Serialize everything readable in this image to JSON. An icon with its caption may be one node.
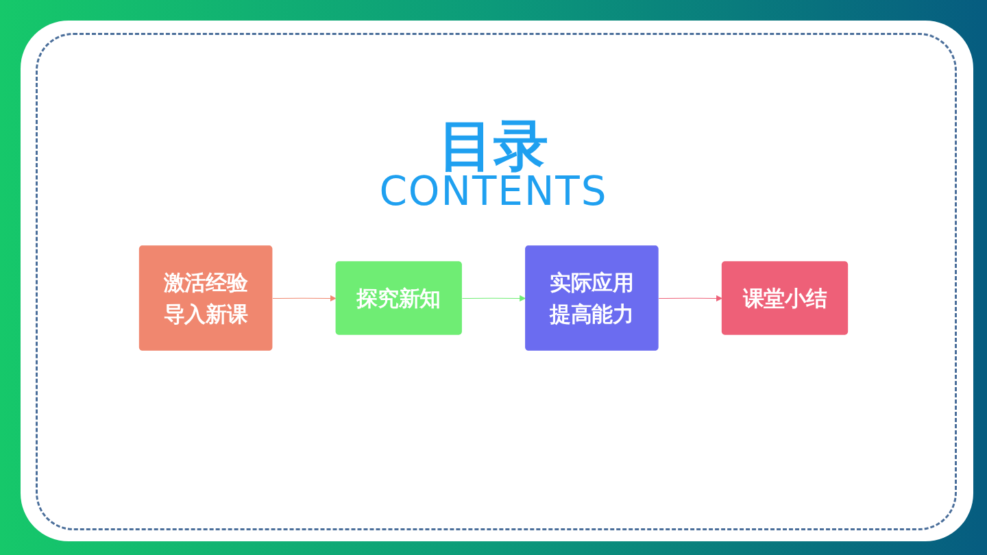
{
  "diagram": {
    "title": "目录",
    "nodes": [
      {
        "text": [
          "激活经验导入新课"
        ]
      },
      {
        "text": [
          "探究新知"
        ]
      },
      {
        "text": [
          "实际应用提高能力"
        ]
      },
      {
        "text": [
          "课堂小结"
        ]
      }
    ],
    "edges": [
      {
        "from": 0,
        "to": 1,
        "arrow": "to",
        "color": "#f0876f"
      },
      {
        "from": 1,
        "to": 2,
        "arrow": "to",
        "color": "#6fed74"
      },
      {
        "from": 2,
        "to": 3,
        "arrow": "to",
        "color": "#ee6078"
      }
    ],
    "labels": [
      "CONTENTS"
    ]
  }
}
